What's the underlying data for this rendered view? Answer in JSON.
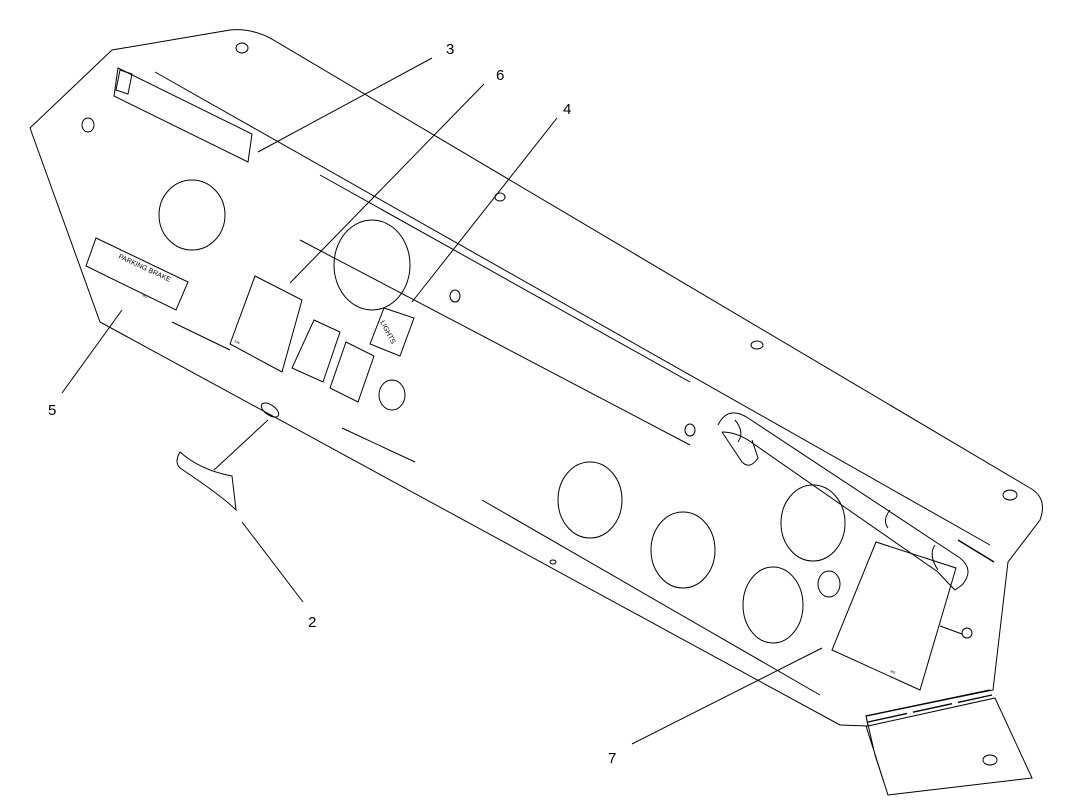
{
  "callouts": [
    {
      "number": "3"
    },
    {
      "number": "6"
    },
    {
      "number": "4"
    },
    {
      "number": "5"
    },
    {
      "number": "2"
    },
    {
      "number": "7"
    }
  ],
  "plates": {
    "parking_brake": "PARKING BRAKE",
    "lights": "LIGHTS"
  }
}
